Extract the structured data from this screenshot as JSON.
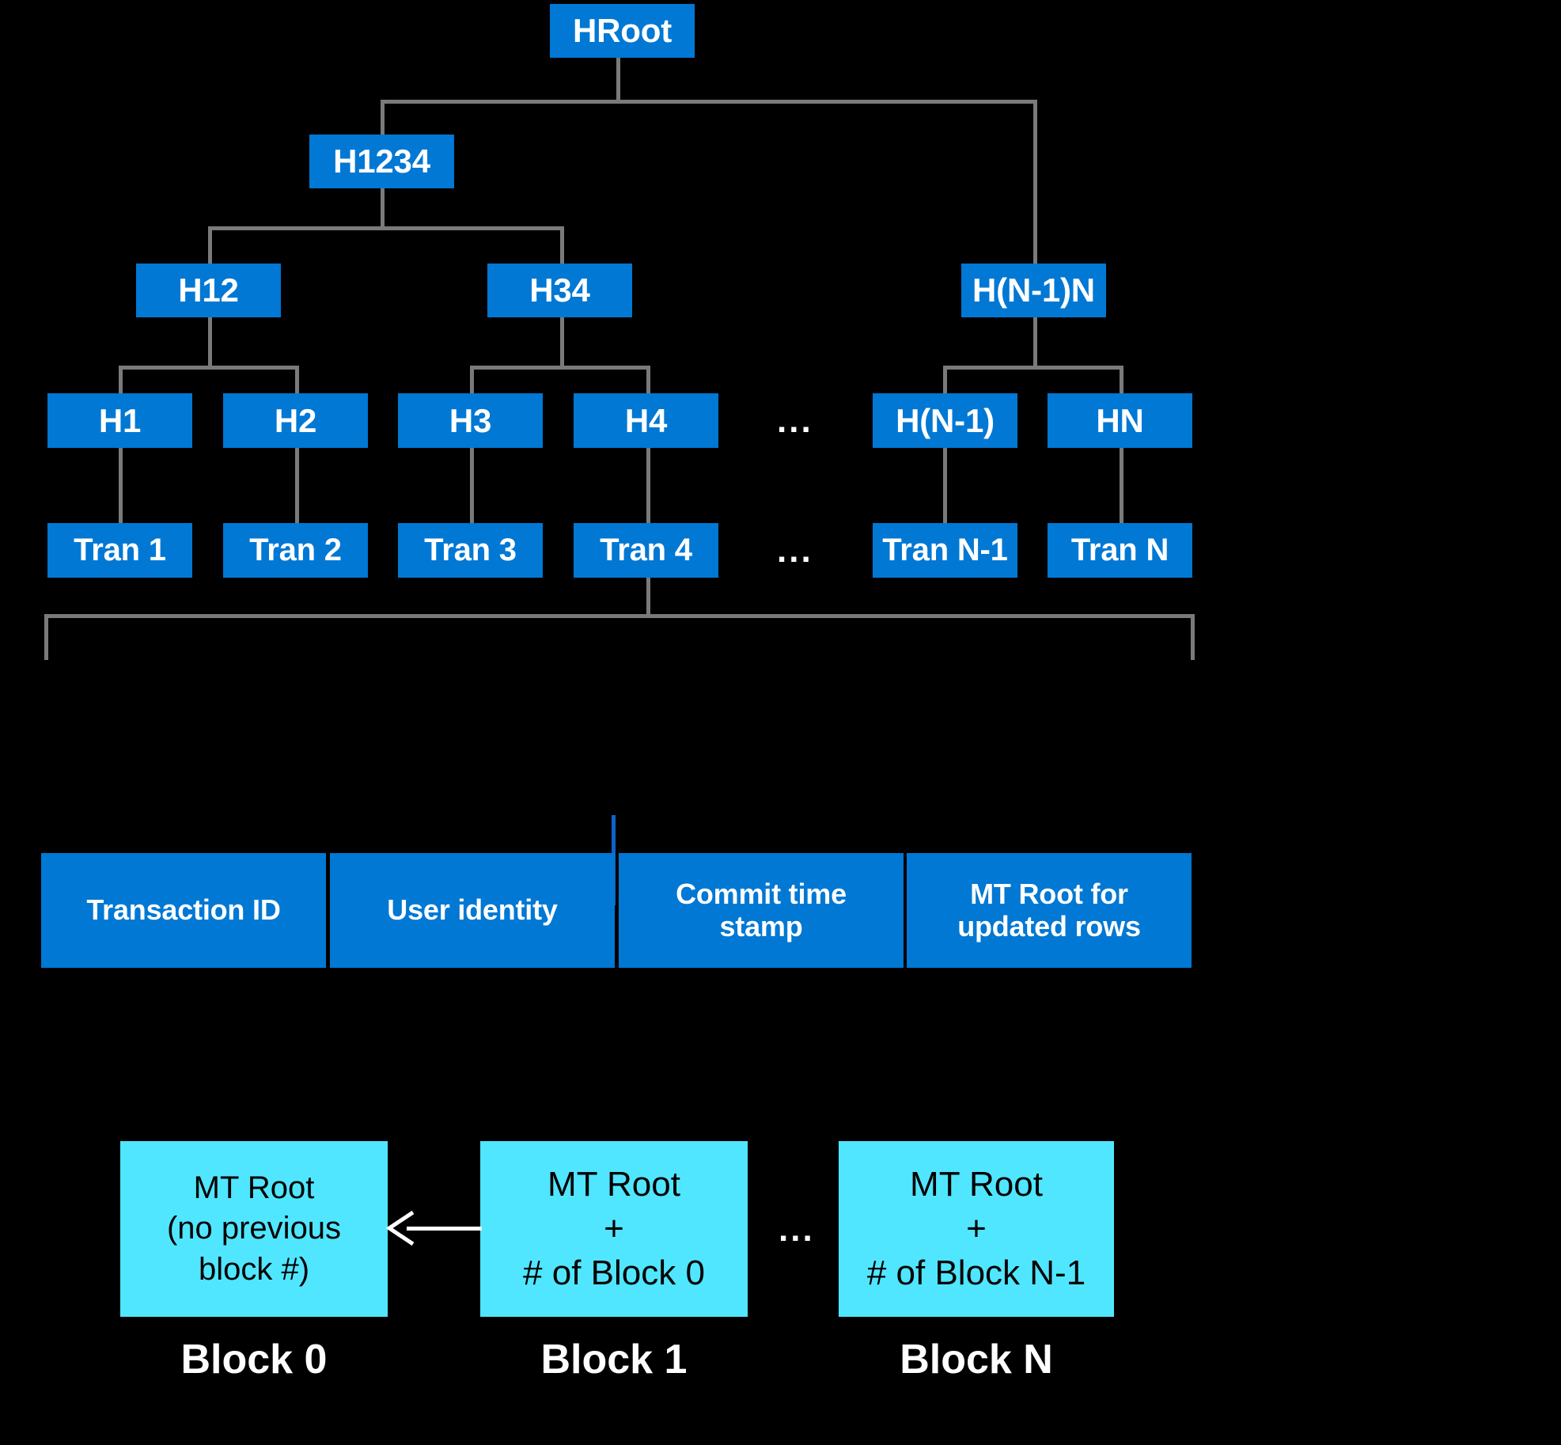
{
  "diagram": {
    "title": "Merkle tree and blockchain ledger structure",
    "colors": {
      "background": "#000000",
      "node_blue": "#0078D4",
      "block_cyan": "#50E6FF",
      "connector_gray": "#7A7A7A",
      "connector_blue": "#0F63C8",
      "text_light": "#FFFFFF",
      "text_dark": "#000000"
    }
  },
  "merkle": {
    "root": {
      "label": "HRoot"
    },
    "level2": [
      {
        "label": "H1234"
      }
    ],
    "level3": [
      {
        "label": "H12"
      },
      {
        "label": "H34"
      },
      {
        "label": "H(N-1)N"
      }
    ],
    "level4": [
      {
        "label": "H1"
      },
      {
        "label": "H2"
      },
      {
        "label": "H3"
      },
      {
        "label": "H4"
      },
      {
        "label": "H(N-1)"
      },
      {
        "label": "HN"
      }
    ],
    "level4_ellipsis": "...",
    "transactions": [
      {
        "label": "Tran 1"
      },
      {
        "label": "Tran 2"
      },
      {
        "label": "Tran 3"
      },
      {
        "label": "Tran 4"
      },
      {
        "label": "Tran N-1"
      },
      {
        "label": "Tran N"
      }
    ],
    "transactions_ellipsis": "..."
  },
  "transaction_record": {
    "fields": [
      {
        "label": "Transaction ID"
      },
      {
        "label": "User identity"
      },
      {
        "label": "Commit time\nstamp"
      },
      {
        "label": "MT Root for\nupdated rows"
      }
    ]
  },
  "blockchain": {
    "blocks": [
      {
        "text": "MT Root\n(no previous\nblock #)",
        "label": "Block 0"
      },
      {
        "text": "MT Root\n+\n# of Block 0",
        "label": "Block 1"
      },
      {
        "text": "MT Root\n+\n# of Block N-1",
        "label": "Block N"
      }
    ],
    "ellipsis": "..."
  }
}
